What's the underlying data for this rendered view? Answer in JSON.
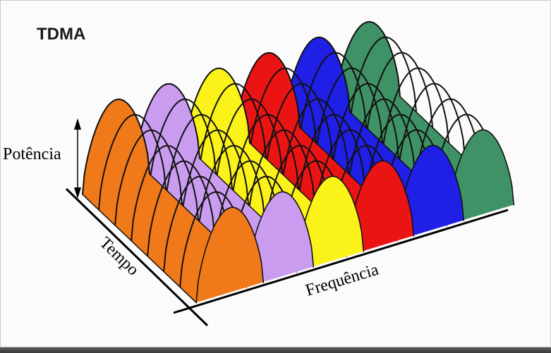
{
  "diagram": {
    "title": "TDMA",
    "labels": {
      "power": "Potência",
      "time": "Tempo",
      "frequency": "Frequência"
    },
    "channels": [
      {
        "name": "orange",
        "color": "#f07a1a"
      },
      {
        "name": "lavender",
        "color": "#c99cf0"
      },
      {
        "name": "yellow",
        "color": "#fbf21a"
      },
      {
        "name": "red",
        "color": "#ea1414"
      },
      {
        "name": "blue",
        "color": "#1f1fe6"
      },
      {
        "name": "green",
        "color": "#3f9266"
      }
    ],
    "time_slots_per_channel": 7,
    "colors": {
      "outline": "#111111",
      "axis": "#000000",
      "frame": "#c9c9c9",
      "bottom_bar": "#4a4a4a"
    }
  }
}
